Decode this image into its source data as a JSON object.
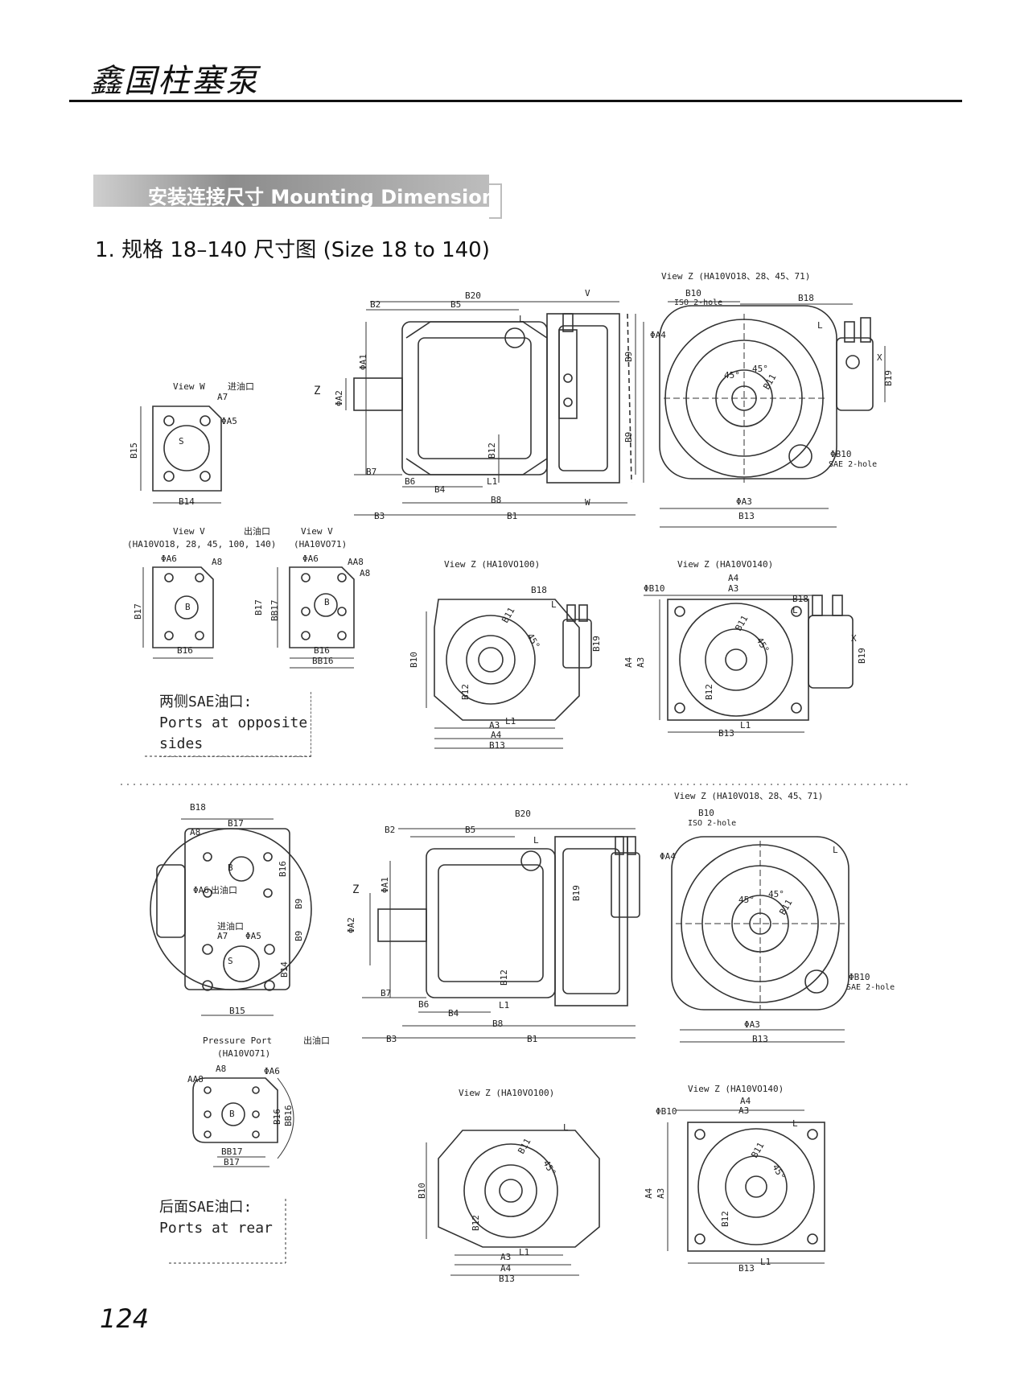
{
  "header": {
    "title": "鑫国柱塞泵"
  },
  "section": {
    "banner": "安装连接尺寸 Mounting Dimension"
  },
  "subtitle": "1. 规格 18–140 尺寸图 (Size 18 to 140)",
  "notes": {
    "opposite": [
      "两侧SAE油口:",
      "Ports at opposite",
      "sides"
    ],
    "rear": [
      "后面SAE油口:",
      "Ports at rear"
    ]
  },
  "labels": {
    "view_w": "View W",
    "inlet": "进油口",
    "outlet": "出油口",
    "view_v": "View V",
    "view_v_sub_1": "(HA10VO18, 28, 45, 100, 140)",
    "view_v_sub_2": "(HA10VO71)",
    "view_z_main": "View Z (HA10VO18、28、45、71)",
    "view_z_100": "View Z (HA10VO100)",
    "view_z_140": "View Z (HA10VO140)",
    "pressure_port": "Pressure Port",
    "pressure_port_sub": "(HA10VO71)",
    "iso_2hole": "ISO 2-hole",
    "sae_2hole": "SAE 2-hole",
    "dims": {
      "a1": "ΦA1",
      "a2": "ΦA2",
      "a3": "ΦA3",
      "a4": "ΦA4",
      "a5": "ΦA5",
      "a6": "ΦA6",
      "a3p": "A3",
      "a4p": "A4",
      "a7": "A7",
      "a8": "A8",
      "aa8": "AA8",
      "b1": "B1",
      "b2": "B2",
      "b3": "B3",
      "b4": "B4",
      "b5": "B5",
      "b6": "B6",
      "b7": "B7",
      "b8": "B8",
      "b9": "B9",
      "b10": "B10",
      "b10p": "ΦB10",
      "b11": "B11",
      "b12": "B12",
      "b13": "B13",
      "b14": "B14",
      "b15": "B15",
      "b16": "B16",
      "b17": "B17",
      "b18": "B18",
      "b19": "B19",
      "b20": "B20",
      "bb16": "BB16",
      "bb17": "BB17",
      "l": "L",
      "l1": "L1",
      "s": "S",
      "b": "B",
      "x": "X",
      "z": "Z",
      "v": "V",
      "w": "W",
      "deg45": "45°"
    }
  },
  "page_number": "124"
}
